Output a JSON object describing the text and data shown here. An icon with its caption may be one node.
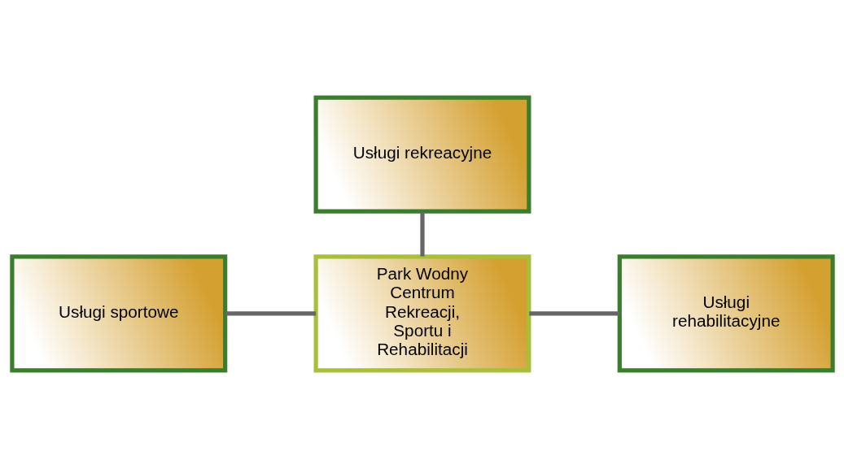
{
  "diagram": {
    "nodes": [
      {
        "text": [
          "Usługi rekreacyjne"
        ]
      },
      {
        "text": [
          "Park Wodny Centrum Rekreacji, Sportu i Rehabilitacji"
        ]
      },
      {
        "text": [
          "Usługi sportowe"
        ]
      },
      {
        "text": [
          "Usługi rehabilitacyjne"
        ]
      }
    ],
    "edges": [
      {
        "from": 0,
        "to": 1,
        "arrow": "none"
      },
      {
        "from": 2,
        "to": 1,
        "arrow": "none"
      },
      {
        "from": 1,
        "to": 3,
        "arrow": "none"
      }
    ]
  }
}
